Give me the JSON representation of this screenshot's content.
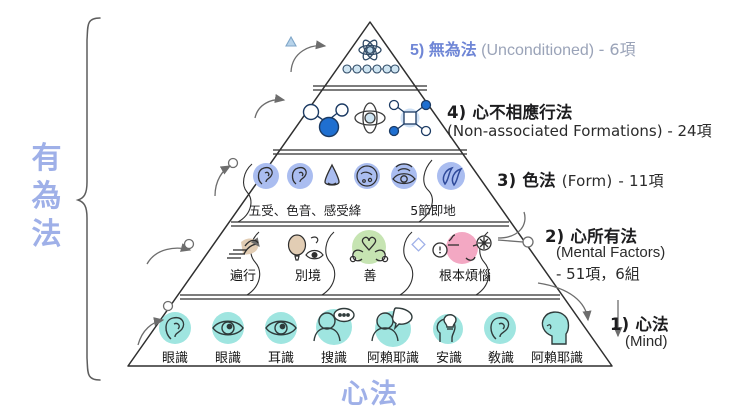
{
  "diagram": {
    "title_left_vertical": "有為法",
    "title_bottom": "心法",
    "levels": [
      {
        "id": "level5",
        "number": "5)",
        "cjk": "無為法",
        "en": "(Unconditioned)",
        "count": "- 6項",
        "icons": [
          "atom-icon",
          "six-dots-icon"
        ]
      },
      {
        "id": "level4",
        "number": "4)",
        "cjk": "心不相應行法",
        "en": "(Non-associated Formations) - 24項",
        "count": "- 24項",
        "icons": [
          "molecule-icon",
          "atom-orbit-icon",
          "lattice-icon"
        ]
      },
      {
        "id": "level3",
        "number": "3)",
        "cjk": "色法",
        "en": "(Form)",
        "count": "- 11項",
        "icons": [
          "ear-icon",
          "ear-icon",
          "nose-icon",
          "tongue-icon",
          "eye-wave-icon",
          "swirl-icon"
        ],
        "inner_labels": [
          "五受、色音、感受絳",
          "5節即地"
        ]
      },
      {
        "id": "level2",
        "number": "2)",
        "cjk": "心所有法",
        "en": "(Mental Factors)",
        "count": "- 51項，6組",
        "groups": [
          {
            "label": "遍行",
            "icon": "hands-motion-icon"
          },
          {
            "label": "別境",
            "icon": "balloon-eye-icon"
          },
          {
            "label": "善",
            "icon": "heart-hands-icon"
          },
          {
            "label": "根本煩惱",
            "icon": "afflictions-icon"
          }
        ]
      },
      {
        "id": "level1",
        "number": "1)",
        "cjk": "心法",
        "en": "(Mind)",
        "count": "",
        "items": [
          {
            "label": "眼識",
            "icon": "ear-icon"
          },
          {
            "label": "眼識",
            "icon": "eye-icon"
          },
          {
            "label": "耳識",
            "icon": "eye-icon"
          },
          {
            "label": "搜識",
            "icon": "person-thinking-icon"
          },
          {
            "label": "阿賴耶識",
            "icon": "person-speech-icon"
          },
          {
            "label": "安識",
            "icon": "head-bulb-icon"
          },
          {
            "label": "敎識",
            "icon": "ear-icon"
          },
          {
            "label": "阿賴耶識",
            "icon": "head-profile-icon"
          }
        ]
      }
    ],
    "colors": {
      "periwinkle": "#9fb0e8",
      "heading_blue": "#6f86d6",
      "teal": "#8fe3e0",
      "blue_solid": "#1f6fd0",
      "pink": "#f2a5c0",
      "green": "#bfe3b0",
      "tan": "#dcc6ab",
      "line": "#3a3a3a",
      "grey_text": "#9aa3b8"
    }
  }
}
